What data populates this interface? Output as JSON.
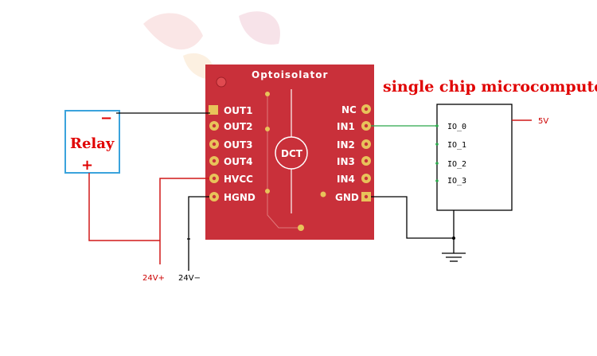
{
  "module": {
    "title": "Optoisolator",
    "chip": "DCT",
    "left_pins": [
      "OUT1",
      "OUT2",
      "OUT3",
      "OUT4",
      "HVCC",
      "HGND"
    ],
    "right_pins": [
      "NC",
      "IN1",
      "IN2",
      "IN3",
      "IN4",
      "GND"
    ]
  },
  "relay": {
    "label": "Relay",
    "minus": "−",
    "plus": "+"
  },
  "mcu": {
    "title": "single chip microcomputer",
    "pins": [
      "IO_0",
      "IO_1",
      "IO_2",
      "IO_3"
    ],
    "supply": "5V"
  },
  "supply": {
    "positive": "24V+",
    "negative": "24V−"
  },
  "colors": {
    "pcb": "#c9303a",
    "pad": "#e8c35a",
    "wire_red": "#d01818",
    "wire_green": "#2aa84a",
    "relay_border": "#3aa3dc"
  }
}
